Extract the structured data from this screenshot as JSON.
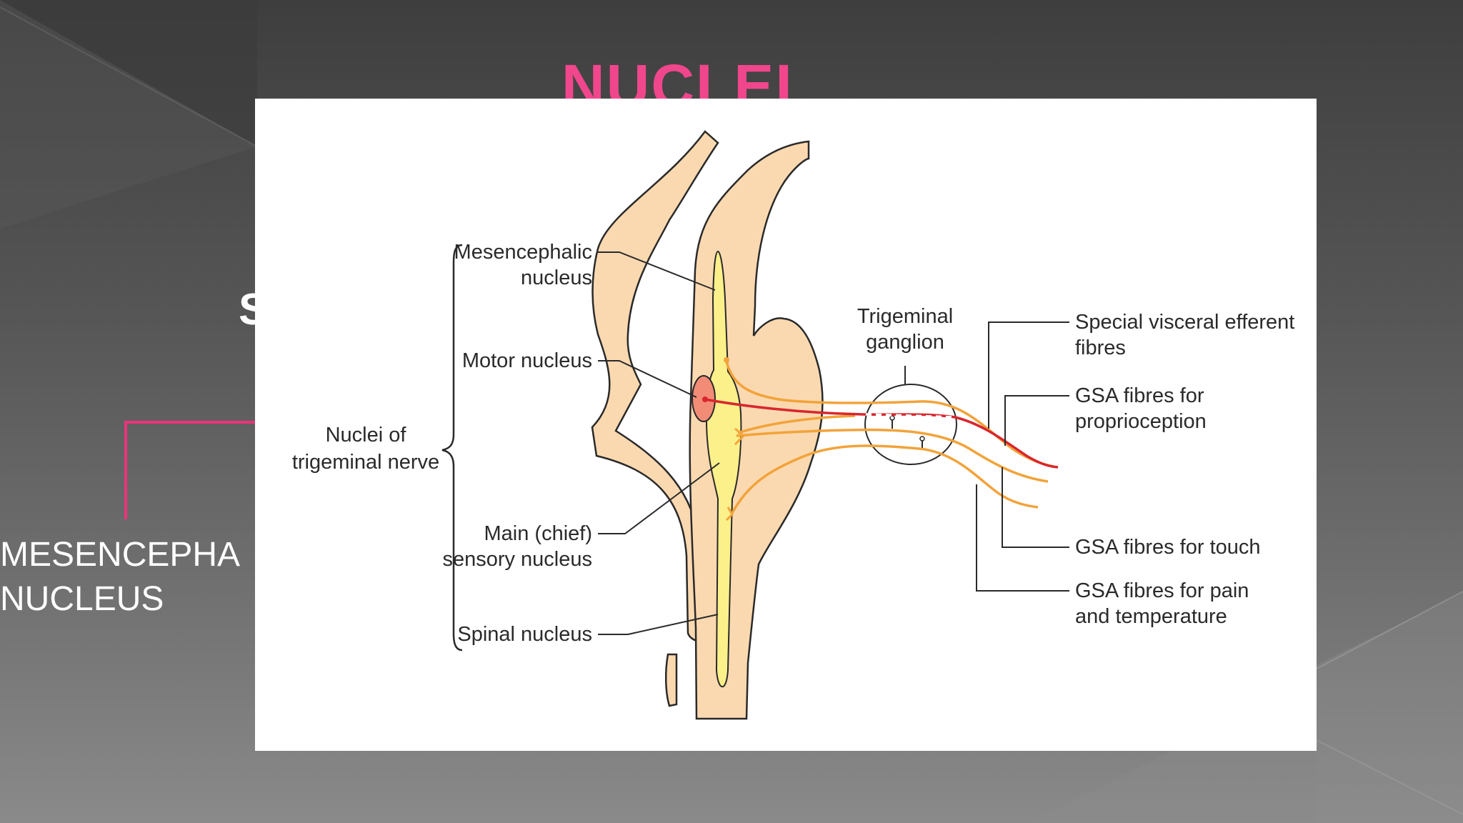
{
  "slide": {
    "title": "NUCLEI",
    "hidden_heading_fragment": "S",
    "side_label_lines": [
      "MESENCEPHA",
      "NUCLEUS"
    ],
    "colors": {
      "title": "#f0468c",
      "connector": "#e8357a",
      "side_label": "#ffffff"
    }
  },
  "figure": {
    "group_label_lines": [
      "Nuclei of",
      "trigeminal nerve"
    ],
    "nuclei_labels": {
      "mesencephalic": [
        "Mesencephalic",
        "nucleus"
      ],
      "motor": [
        "Motor nucleus"
      ],
      "main_sensory": [
        "Main (chief)",
        "sensory nucleus"
      ],
      "spinal": [
        "Spinal nucleus"
      ]
    },
    "ganglion_label_lines": [
      "Trigeminal",
      "ganglion"
    ],
    "fibre_labels": {
      "sve": [
        "Special visceral efferent",
        "fibres"
      ],
      "proprioception": [
        "GSA fibres for",
        "proprioception"
      ],
      "touch": [
        "GSA fibres for touch"
      ],
      "pain": [
        "GSA fibres for pain",
        "and temperature"
      ]
    },
    "colors": {
      "brainstem": "#fbd9b0",
      "nucleus_column": "#fbf08a",
      "motor_nucleus": "#f28c77",
      "efferent_fibre": "#d9262e",
      "afferent_fibre": "#f2a33a",
      "outline": "#2a2a2a"
    }
  }
}
